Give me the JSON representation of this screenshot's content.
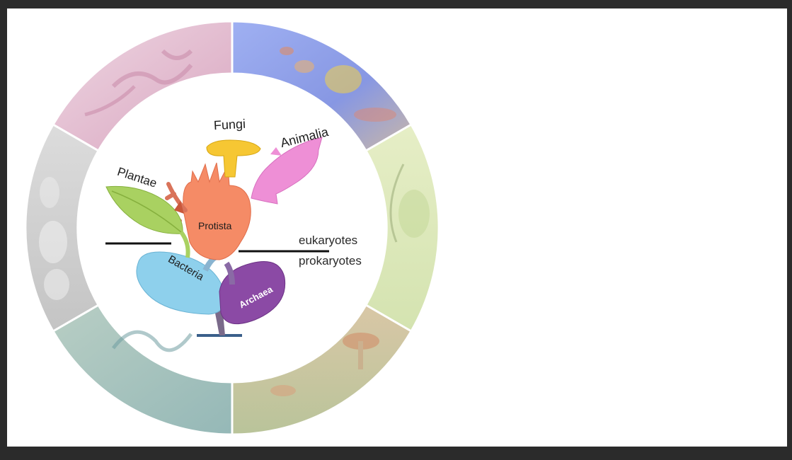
{
  "diagram": {
    "kingdoms": {
      "fungi": "Fungi",
      "animalia": "Animalia",
      "plantae": "Plantae",
      "protista": "Protista",
      "bacteria": "Bacteria",
      "archaea": "Archaea"
    },
    "divider_labels": {
      "eukaryotes": "eukaryotes",
      "prokaryotes": "prokaryotes"
    },
    "ring_segments": [
      {
        "name": "bacteria-photo",
        "color": "#e6b9cf"
      },
      {
        "name": "fish-photo",
        "color": "#8ea3e8"
      },
      {
        "name": "plant-photo",
        "color": "#dde7b8"
      },
      {
        "name": "mushroom-photo",
        "color": "#c9b796"
      },
      {
        "name": "forest-photo",
        "color": "#a9c2b8"
      },
      {
        "name": "cells-photo",
        "color": "#cfcfcf"
      }
    ],
    "colors": {
      "fungi": "#f6c733",
      "animalia": "#ee8fd6",
      "plantae": "#a9d161",
      "protista": "#f58b66",
      "bacteria": "#8ed0ec",
      "archaea": "#8b4aa5"
    }
  }
}
